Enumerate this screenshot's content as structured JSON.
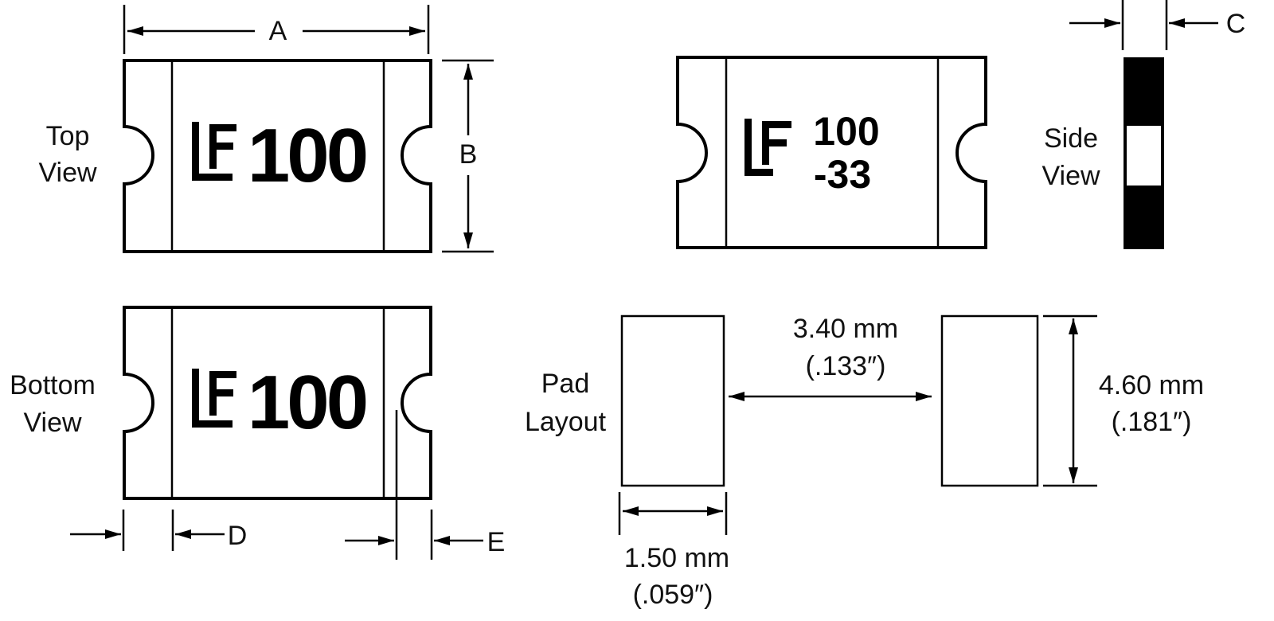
{
  "dimension_letters": {
    "a": "A",
    "b": "B",
    "c": "C",
    "d": "D",
    "e": "E"
  },
  "views": {
    "top": [
      "Top",
      "View"
    ],
    "bottom": [
      "Bottom",
      "View"
    ],
    "side": [
      "Side",
      "View"
    ],
    "pad": [
      "Pad",
      "Layout"
    ]
  },
  "marking": {
    "logo": "LF",
    "top_code": "100",
    "bottom_code": "100",
    "front_line1": "100",
    "front_line2": "-33"
  },
  "pad_dimensions": {
    "spacing_mm": "3.40 mm",
    "spacing_in": "(.133″)",
    "height_mm": "4.60 mm",
    "height_in": "(.181″)",
    "width_mm": "1.50 mm",
    "width_in": "(.059″)"
  }
}
